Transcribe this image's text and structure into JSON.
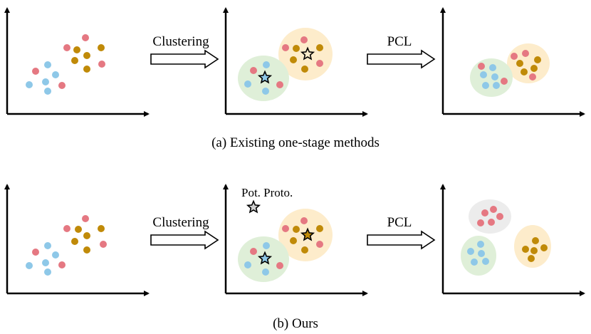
{
  "rows": [
    {
      "caption": "(a) Existing one-stage methods",
      "arrow1_label": "Clustering",
      "arrow2_label": "PCL",
      "annotation": ""
    },
    {
      "caption": "(b) Ours",
      "arrow1_label": "Clustering",
      "arrow2_label": "PCL",
      "annotation": "Pot. Proto."
    }
  ],
  "colors": {
    "pink": "#e57882",
    "blue": "#8ec8e8",
    "gold": "#c08a08",
    "green_region": "#dfefd8",
    "yellow_region": "#fdeccb",
    "gray_region": "#ececec",
    "axis": "#000000"
  }
}
